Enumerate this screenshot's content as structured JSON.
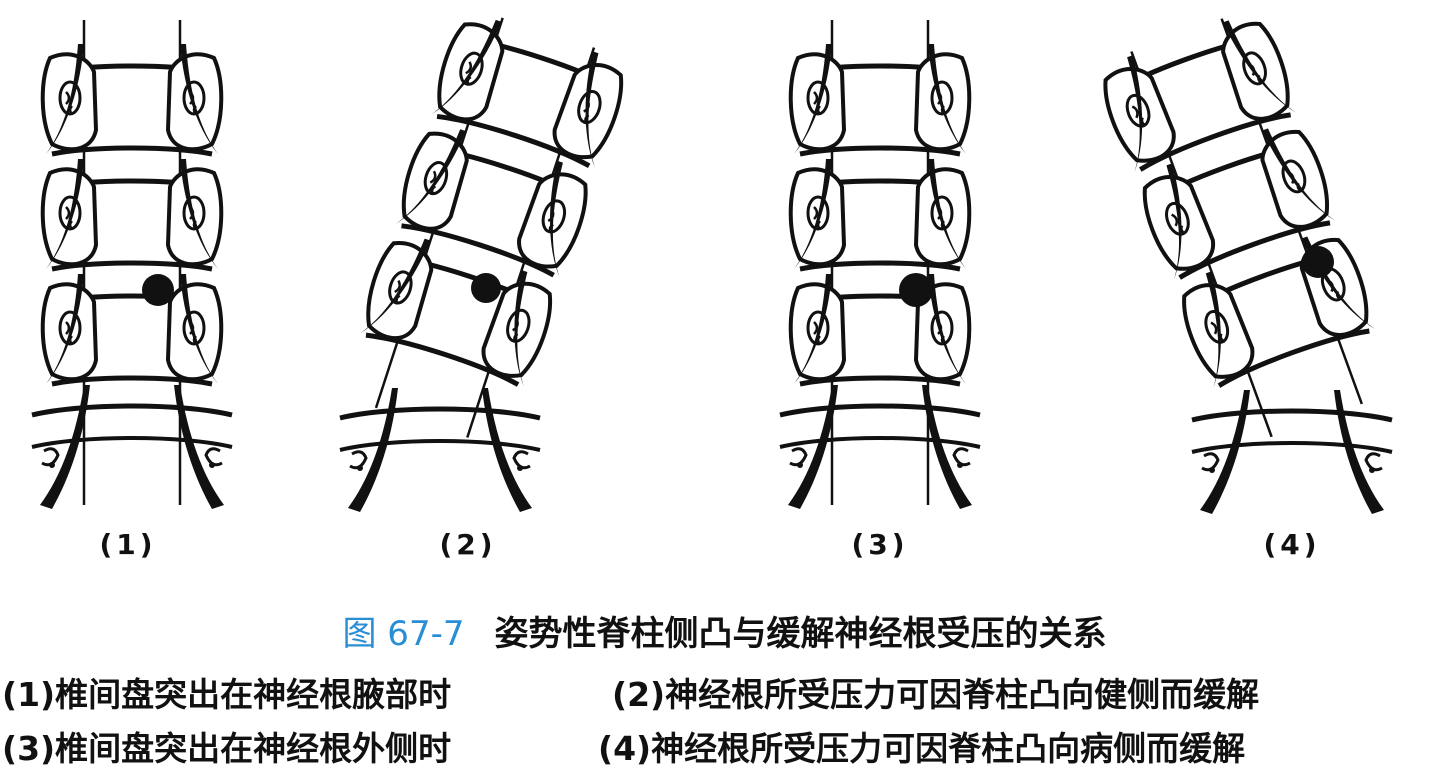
{
  "figure": {
    "number": "图 67-7",
    "title": "姿势性脊柱侧凸与缓解神经根受压的关系",
    "accent_color": "#2a8ed6"
  },
  "panels": [
    {
      "id": "1",
      "label": "(1)",
      "caption": "(1)椎间盘突出在神经根腋部时"
    },
    {
      "id": "2",
      "label": "(2)",
      "caption": "(2)神经根所受压力可因脊柱凸向健侧而缓解"
    },
    {
      "id": "3",
      "label": "(3)",
      "caption": "(3)椎间盘突出在神经根外侧时"
    },
    {
      "id": "4",
      "label": "(4)",
      "caption": "(4)神经根所受压力可因脊柱凸向病侧而缓解"
    }
  ]
}
